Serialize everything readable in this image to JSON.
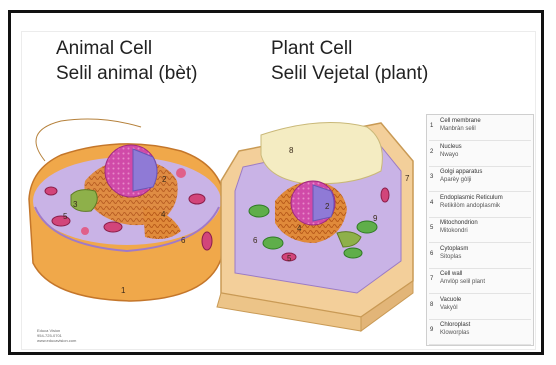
{
  "titles": {
    "animal": "Animal Cell",
    "animal_sub": "Selil animal (bèt)",
    "plant": "Plant Cell",
    "plant_sub": "Selil Vejetal (plant)"
  },
  "legend": [
    {
      "n": "1",
      "en": "Cell membrane",
      "kr": "Manbràn selil"
    },
    {
      "n": "2",
      "en": "Nucleus",
      "kr": "Nwayo"
    },
    {
      "n": "3",
      "en": "Golgi apparatus",
      "kr": "Aparèy gòlji"
    },
    {
      "n": "4",
      "en": "Endoplasmic Reticulum",
      "kr": "Retikilòm andoplasmik"
    },
    {
      "n": "5",
      "en": "Mitochondrion",
      "kr": "Mitokondri"
    },
    {
      "n": "6",
      "en": "Cytoplasm",
      "kr": "Sitoplas"
    },
    {
      "n": "7",
      "en": "Cell wall",
      "kr": "Anvlòp selil plant"
    },
    {
      "n": "8",
      "en": "Vacuole",
      "kr": "Vakyòl"
    },
    {
      "n": "9",
      "en": "Chloroplast",
      "kr": "Kloworplas"
    }
  ],
  "diagram_labels": {
    "a1": "1",
    "a2": "2",
    "a3": "3",
    "a4": "4",
    "a5": "5",
    "a6": "6",
    "p2": "2",
    "p4": "4",
    "p5": "5",
    "p6": "6",
    "p7": "7",
    "p8": "8",
    "p9": "9"
  },
  "credit": [
    "Educa Vision",
    "954-725-0701",
    "www.educavision.com"
  ],
  "colors": {
    "cytoplasm": "#c9b3e6",
    "membrane": "#f0a84a",
    "nucleus": "#d04aa8",
    "golgi": "#8eb04a",
    "er": "#d9782a",
    "mito": "#d2457a",
    "chloroplast": "#5fae4a",
    "vacuole": "#f4ecc2",
    "wall": "#f3cf9a"
  }
}
